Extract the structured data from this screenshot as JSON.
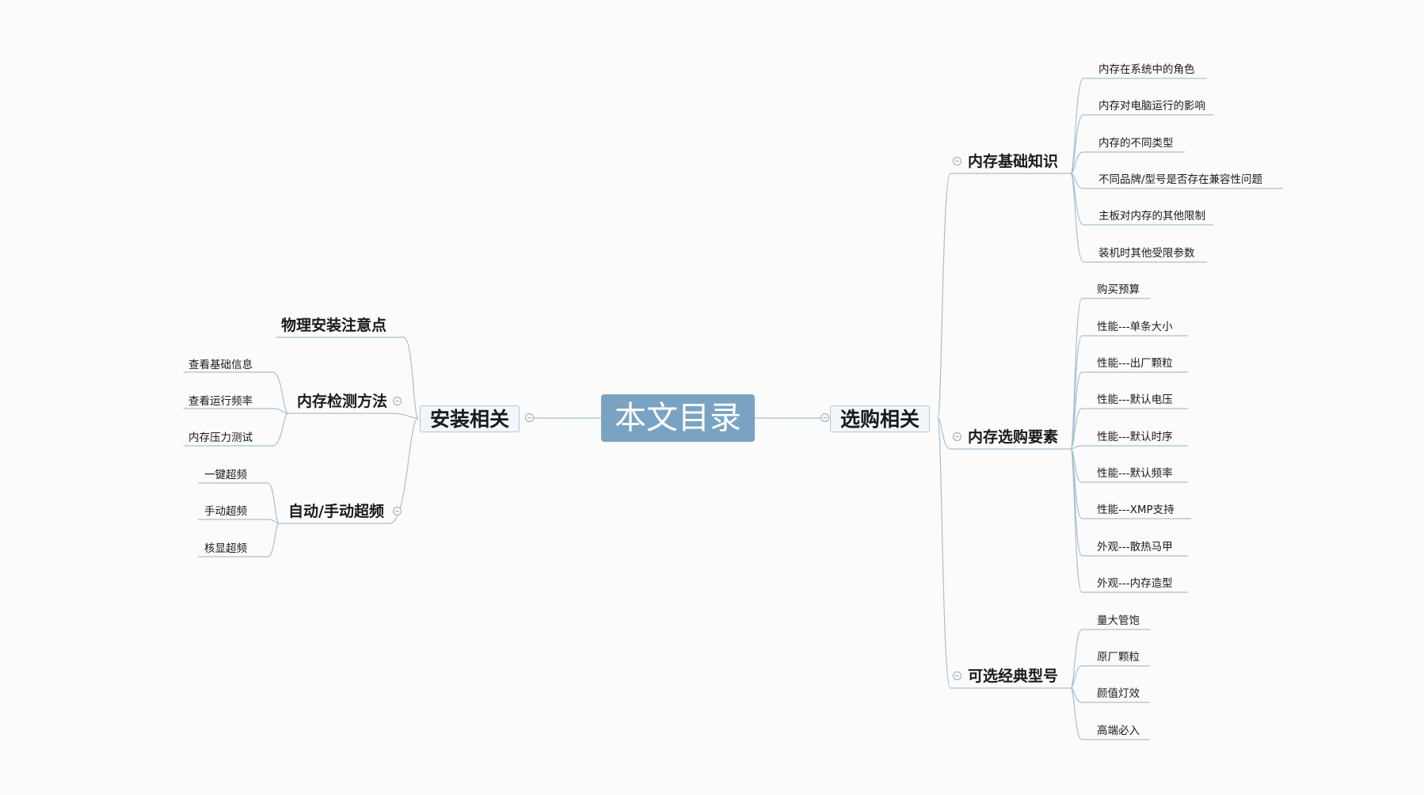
{
  "root": "本文目录",
  "left": {
    "label": "安装相关",
    "children": [
      {
        "label": "物理安装注意点",
        "children": []
      },
      {
        "label": "内存检测方法",
        "children": [
          "查看基础信息",
          "查看运行频率",
          "内存压力测试"
        ]
      },
      {
        "label": "自动/手动超频",
        "children": [
          "一键超频",
          "手动超频",
          "核显超频"
        ]
      }
    ]
  },
  "right": {
    "label": "选购相关",
    "children": [
      {
        "label": "内存基础知识",
        "children": [
          "内存在系统中的角色",
          "内存对电脑运行的影响",
          "内存的不同类型",
          "不同品牌/型号是否存在兼容性问题",
          "主板对内存的其他限制",
          "装机时其他受限参数"
        ]
      },
      {
        "label": "内存选购要素",
        "children": [
          "购买预算",
          "性能---单条大小",
          "性能---出厂颗粒",
          "性能---默认电压",
          "性能---默认时序",
          "性能---默认频率",
          "性能---XMP支持",
          "外观---散热马甲",
          "外观---内存造型"
        ]
      },
      {
        "label": "可选经典型号",
        "children": [
          "量大管饱",
          "原厂颗粒",
          "颜值灯效",
          "高端必入"
        ]
      }
    ]
  },
  "colors": {
    "root_fill": "#7aa3c3",
    "line": "#a9bfd0",
    "main_border": "#aec8dc"
  }
}
